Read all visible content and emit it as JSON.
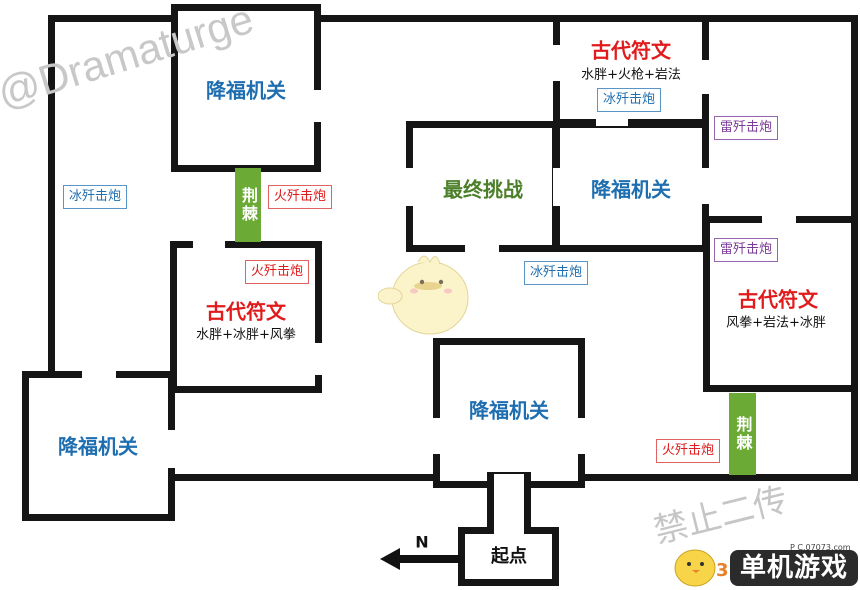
{
  "rooms": {
    "top_left": "降福机关",
    "gate_left": "古代符文",
    "gate_left_combo": "水胖+冰胖+风拳",
    "bottom_left": "降福机关",
    "final": "最终挑战",
    "mid_right": "降福机关",
    "top_right": "古代符文",
    "top_right_combo": "水胖+火枪+岩法",
    "right": "古代符文",
    "right_combo": "风拳+岩法+冰胖",
    "center_bottom": "降福机关",
    "start": "起点"
  },
  "tags": {
    "ice_left": "冰歼击炮",
    "fire_left": "火歼击炮",
    "fire_gate": "火歼击炮",
    "ice_top_right": "冰歼击炮",
    "thunder_top": "雷歼击炮",
    "thunder_right": "雷歼击炮",
    "ice_center": "冰歼击炮",
    "fire_bottom_right": "火歼击炮"
  },
  "thorns": {
    "left": "荆棘",
    "right": "荆棘"
  },
  "compass": {
    "label": "N"
  },
  "watermarks": {
    "author": "@Dramaturge",
    "ban": "禁止二传",
    "site": "单机游戏",
    "site_prefix": "3",
    "site_url": "P C.07073.com"
  },
  "colors": {
    "wall": "#151515",
    "thorn": "#6aaa35",
    "ice": "#1f6fb0",
    "fire": "#e11b1b",
    "thunder": "#7a3a96"
  }
}
